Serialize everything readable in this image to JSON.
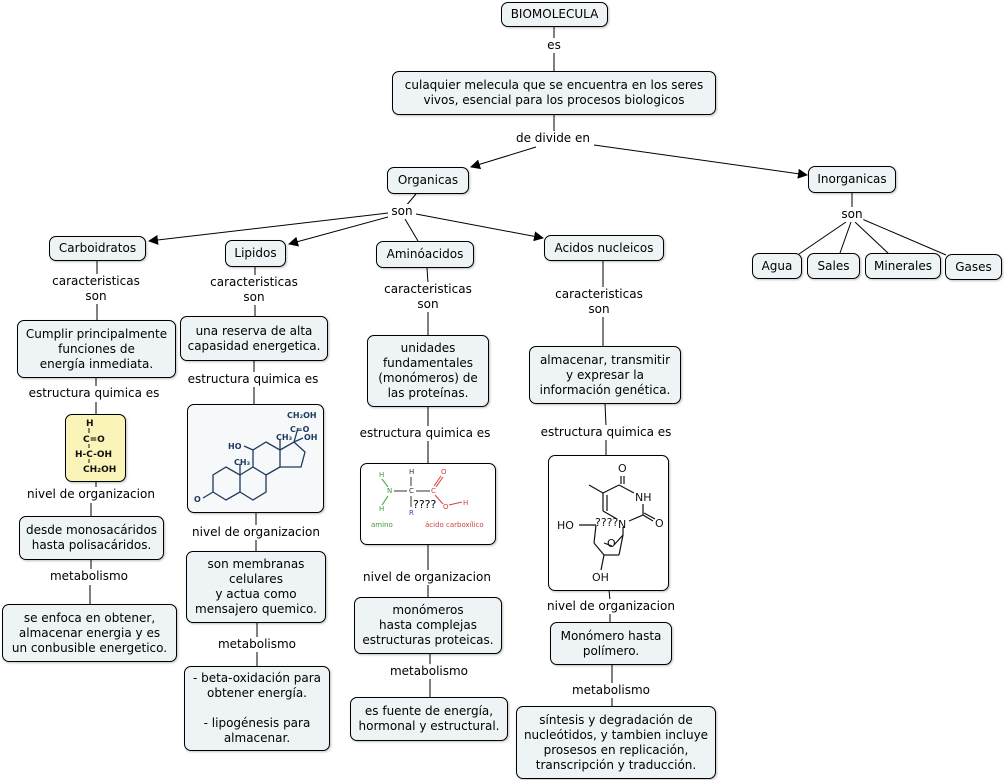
{
  "concept_map": {
    "root": "BIOMOLECULA",
    "root_link": "es",
    "definition": "culaquier melecula que se encuentra en los seres vivos, esencial para los procesos biologicos",
    "divide_link": "de divide en",
    "categories": {
      "organic": "Organicas",
      "inorganic": "Inorganicas"
    },
    "organic_link": "son",
    "inorganic_link": "son",
    "inorganic_items": [
      "Agua",
      "Sales",
      "Minerales",
      "Gases"
    ],
    "link_labels": {
      "characteristics": "caracteristicas\nson",
      "structure": "estructura quimica es",
      "level": "nivel de organizacion",
      "metabolism": "metabolismo"
    },
    "organic_groups": [
      {
        "name": "Carboidratos",
        "characteristics": "Cumplir principalmente\nfunciones de\nenergía inmediata.",
        "structure_image": "glyceraldehyde-structure",
        "structure_text": [
          "H",
          "C=O",
          "H-C-OH",
          "CH₂OH"
        ],
        "level": "desde monosacáridos\nhasta polisacáridos.",
        "metabolism": "se enfoca en obtener,\nalmacenar energia y es\nun conbusible energetico."
      },
      {
        "name": "Lipidos",
        "characteristics": "una reserva de alta\ncapasidad energetica.",
        "structure_image": "steroid-structure",
        "structure_text": [
          "CH₂OH",
          "C=O",
          "CH₃",
          "OH",
          "HO",
          "CH₃",
          "O"
        ],
        "level": "son membranas\ncelulares\ny actua como\nmensajero quemico.",
        "metabolism": "- beta-oxidación para\nobtener energía.\n\n- lipogénesis para\nalmacenar."
      },
      {
        "name": "Aminóacidos",
        "characteristics": "unidades\nfundamentales\n(monómeros) de\nlas proteínas.",
        "structure_image": "amino-acid-structure",
        "structure_text": [
          "H",
          "N",
          "H",
          "H",
          "C",
          "R",
          "C",
          "O",
          "O",
          "H",
          "amino",
          "ácido carboxílico",
          "????"
        ],
        "level": "monómeros\nhasta complejas\nestructuras proteicas.",
        "metabolism": "es fuente de energía,\nhormonal y estructural."
      },
      {
        "name": "Acidos nucleicos",
        "characteristics": "almacenar, transmitir\ny expresar la\ninformación genética.",
        "structure_image": "thymidine-structure",
        "structure_text": [
          "O",
          "NH",
          "O",
          "N",
          "HO",
          "O",
          "OH",
          "????"
        ],
        "level": "Monómero hasta\npolímero.",
        "metabolism": "síntesis y degradación de\nnucleótidos, y tambien incluye\nprosesos en replicación,\ntranscripción y traducción."
      }
    ]
  },
  "colors": {
    "node_fill": "#eef3f6",
    "node_border": "#000000",
    "image_highlight": "#fbf4b8",
    "steroid_ink": "#1d3a5c",
    "amino_green": "#3a9a3a",
    "acid_red": "#d24040",
    "r_blue": "#3a44b8"
  }
}
